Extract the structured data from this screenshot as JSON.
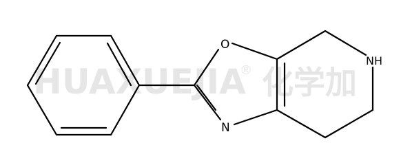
{
  "watermark": {
    "latin": "HUAXUEJIA",
    "registered": "®",
    "chinese": "化学加"
  },
  "molecule": {
    "atoms": {
      "oxygen": "O",
      "nitrogen_ring": "N",
      "nitrogen_amine": "NH"
    }
  },
  "colors": {
    "bond": "#000000",
    "watermark": "#e6e6e6",
    "background": "#ffffff"
  }
}
